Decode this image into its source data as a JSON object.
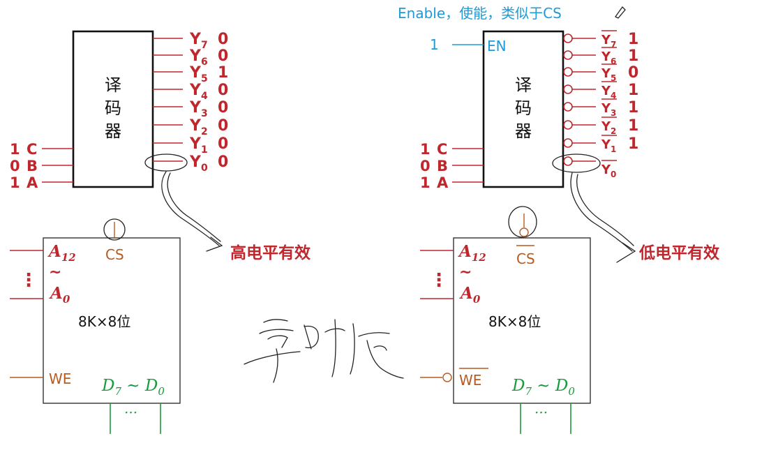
{
  "left": {
    "decoder_label": [
      "译",
      "码",
      "器"
    ],
    "outputs": [
      {
        "name": "Y",
        "sub": "7",
        "value": "0"
      },
      {
        "name": "Y",
        "sub": "6",
        "value": "0"
      },
      {
        "name": "Y",
        "sub": "5",
        "value": "1"
      },
      {
        "name": "Y",
        "sub": "4",
        "value": "0"
      },
      {
        "name": "Y",
        "sub": "3",
        "value": "0"
      },
      {
        "name": "Y",
        "sub": "2",
        "value": "0"
      },
      {
        "name": "Y",
        "sub": "1",
        "value": "0"
      },
      {
        "name": "Y",
        "sub": "0",
        "value": "0"
      }
    ],
    "inputs": [
      {
        "value": "1",
        "name": "C"
      },
      {
        "value": "0",
        "name": "B"
      },
      {
        "value": "1",
        "name": "A"
      }
    ],
    "annotation": "高电平有效",
    "chip": {
      "addr_high": "A",
      "addr_high_sub": "12",
      "tilde": "~",
      "addr_low": "A",
      "addr_low_sub": "0",
      "dots": "⋮",
      "cs": "CS",
      "size": "8K×8位",
      "we": "WE",
      "data": "D",
      "data_high_sub": "7",
      "data_sep": " ~ ",
      "data_low_sub": "0",
      "bottom_dots": "···"
    }
  },
  "right": {
    "note": "Enable，使能，类似于CS",
    "en_value": "1",
    "en_label": "EN",
    "decoder_label": [
      "译",
      "码",
      "器"
    ],
    "outputs": [
      {
        "name": "Y",
        "sub": "7",
        "value": "1"
      },
      {
        "name": "Y",
        "sub": "6",
        "value": "1"
      },
      {
        "name": "Y",
        "sub": "5",
        "value": "0"
      },
      {
        "name": "Y",
        "sub": "4",
        "value": "1"
      },
      {
        "name": "Y",
        "sub": "3",
        "value": "1"
      },
      {
        "name": "Y",
        "sub": "2",
        "value": "1"
      },
      {
        "name": "Y",
        "sub": "1",
        "value": "1"
      },
      {
        "name": "Y",
        "sub": "0",
        "value": ""
      }
    ],
    "inputs": [
      {
        "value": "1",
        "name": "C"
      },
      {
        "value": "0",
        "name": "B"
      },
      {
        "value": "1",
        "name": "A"
      }
    ],
    "annotation": "低电平有效",
    "chip": {
      "addr_high": "A",
      "addr_high_sub": "12",
      "tilde": "~",
      "addr_low": "A",
      "addr_low_sub": "0",
      "dots": "⋮",
      "cs": "CS",
      "size": "8K×8位",
      "we": "WE",
      "data": "D",
      "data_high_sub": "7",
      "data_sep": " ~ ",
      "data_low_sub": "0",
      "bottom_dots": "···"
    }
  },
  "colors": {
    "signal": "#c0272d",
    "chip_pin": "#b85a1f",
    "data_bus": "#1a9a3c",
    "note": "#1e9ad6"
  }
}
